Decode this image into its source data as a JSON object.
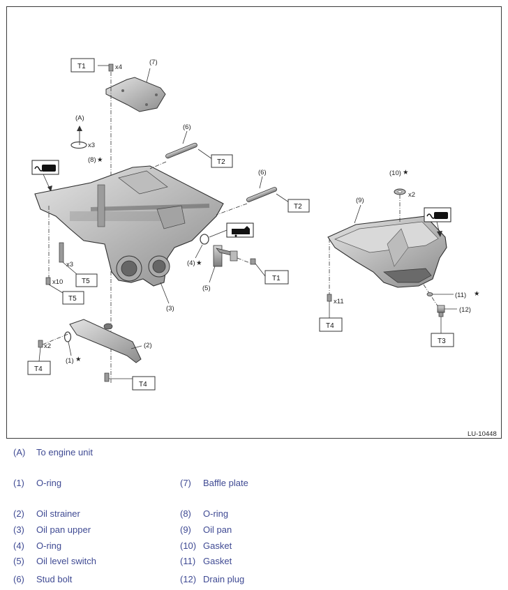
{
  "figure": {
    "code": "LU-10448",
    "callouts": {
      "arrow_a": "(A)",
      "c7": "(7)",
      "c6a": "(6)",
      "c6b": "(6)",
      "c8": "(8)",
      "c4": "(4)",
      "c5": "(5)",
      "c3": "(3)",
      "c2": "(2)",
      "c1": "(1)",
      "c9": "(9)",
      "c10": "(10)",
      "c11": "(11)",
      "c12": "(12)"
    },
    "quantities": {
      "q_t1_top": "x4",
      "q_o_ring_8": "x3",
      "q_bolt_x3": "x3",
      "q_bolt_x10": "x10",
      "q_strainer_bolt": "x2",
      "q_gasket_10": "x2",
      "q_pan_bolts": "x11"
    },
    "torque_boxes": {
      "t1_top": "T1",
      "t2_a": "T2",
      "t2_b": "T2",
      "t1_right": "T1",
      "t5_a": "T5",
      "t5_b": "T5",
      "t4_left": "T4",
      "t4_bottom": "T4",
      "t4_pan": "T4",
      "t3": "T3"
    },
    "replace_mark": "★",
    "colors": {
      "part_fill": "#c9c9c9",
      "part_dark": "#7a7a7a",
      "line": "#333333",
      "legend_text": "#3f4a93"
    }
  },
  "legend": {
    "note": {
      "code": "(A)",
      "text": "To engine unit"
    },
    "left": [
      {
        "code": "(1)",
        "text": "O-ring"
      },
      {
        "code": "(2)",
        "text": "Oil strainer"
      },
      {
        "code": "(3)",
        "text": "Oil pan upper"
      },
      {
        "code": "(4)",
        "text": "O-ring"
      },
      {
        "code": "(5)",
        "text": "Oil level switch"
      },
      {
        "code": "(6)",
        "text": "Stud bolt"
      }
    ],
    "right": [
      {
        "code": "(7)",
        "text": "Baffle plate"
      },
      {
        "code": "(8)",
        "text": "O-ring"
      },
      {
        "code": "(9)",
        "text": "Oil pan"
      },
      {
        "code": "(10)",
        "text": "Gasket"
      },
      {
        "code": "(11)",
        "text": "Gasket"
      },
      {
        "code": "(12)",
        "text": "Drain plug"
      }
    ]
  }
}
